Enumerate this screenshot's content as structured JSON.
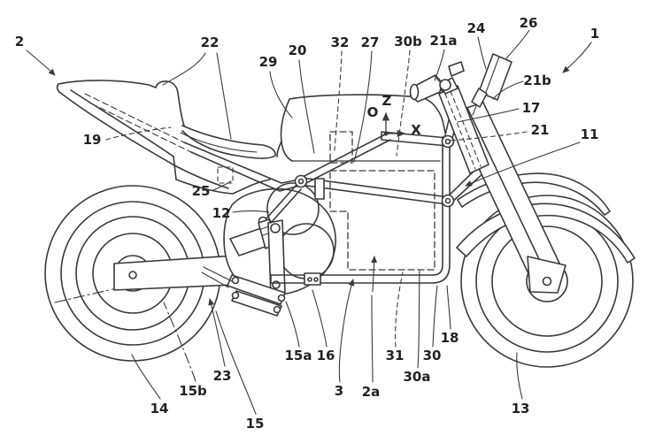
{
  "figure": {
    "kind": "patent-line-drawing",
    "subject": "motorcycle side elevation with frame, battery case and reference numerals",
    "background_color": "#ffffff",
    "ink_color": "#3a3a3a"
  },
  "axis": {
    "origin": "O",
    "vertical": "Z",
    "horizontal": "X"
  },
  "labels": {
    "n1": {
      "text": "1"
    },
    "n2": {
      "text": "2"
    },
    "n2a": {
      "text": "2a"
    },
    "n3": {
      "text": "3"
    },
    "n11": {
      "text": "11"
    },
    "n12": {
      "text": "12"
    },
    "n13": {
      "text": "13"
    },
    "n14": {
      "text": "14"
    },
    "n15": {
      "text": "15"
    },
    "n15a": {
      "text": "15a"
    },
    "n15b": {
      "text": "15b"
    },
    "n16": {
      "text": "16"
    },
    "n17": {
      "text": "17"
    },
    "n18": {
      "text": "18"
    },
    "n19": {
      "text": "19"
    },
    "n20": {
      "text": "20"
    },
    "n21": {
      "text": "21"
    },
    "n21a": {
      "text": "21a"
    },
    "n21b": {
      "text": "21b"
    },
    "n22": {
      "text": "22"
    },
    "n23": {
      "text": "23"
    },
    "n24": {
      "text": "24"
    },
    "n25": {
      "text": "25"
    },
    "n26": {
      "text": "26"
    },
    "n27": {
      "text": "27"
    },
    "n29": {
      "text": "29"
    },
    "n30": {
      "text": "30"
    },
    "n30a": {
      "text": "30a"
    },
    "n30b": {
      "text": "30b"
    },
    "n31": {
      "text": "31"
    },
    "n32": {
      "text": "32"
    }
  }
}
